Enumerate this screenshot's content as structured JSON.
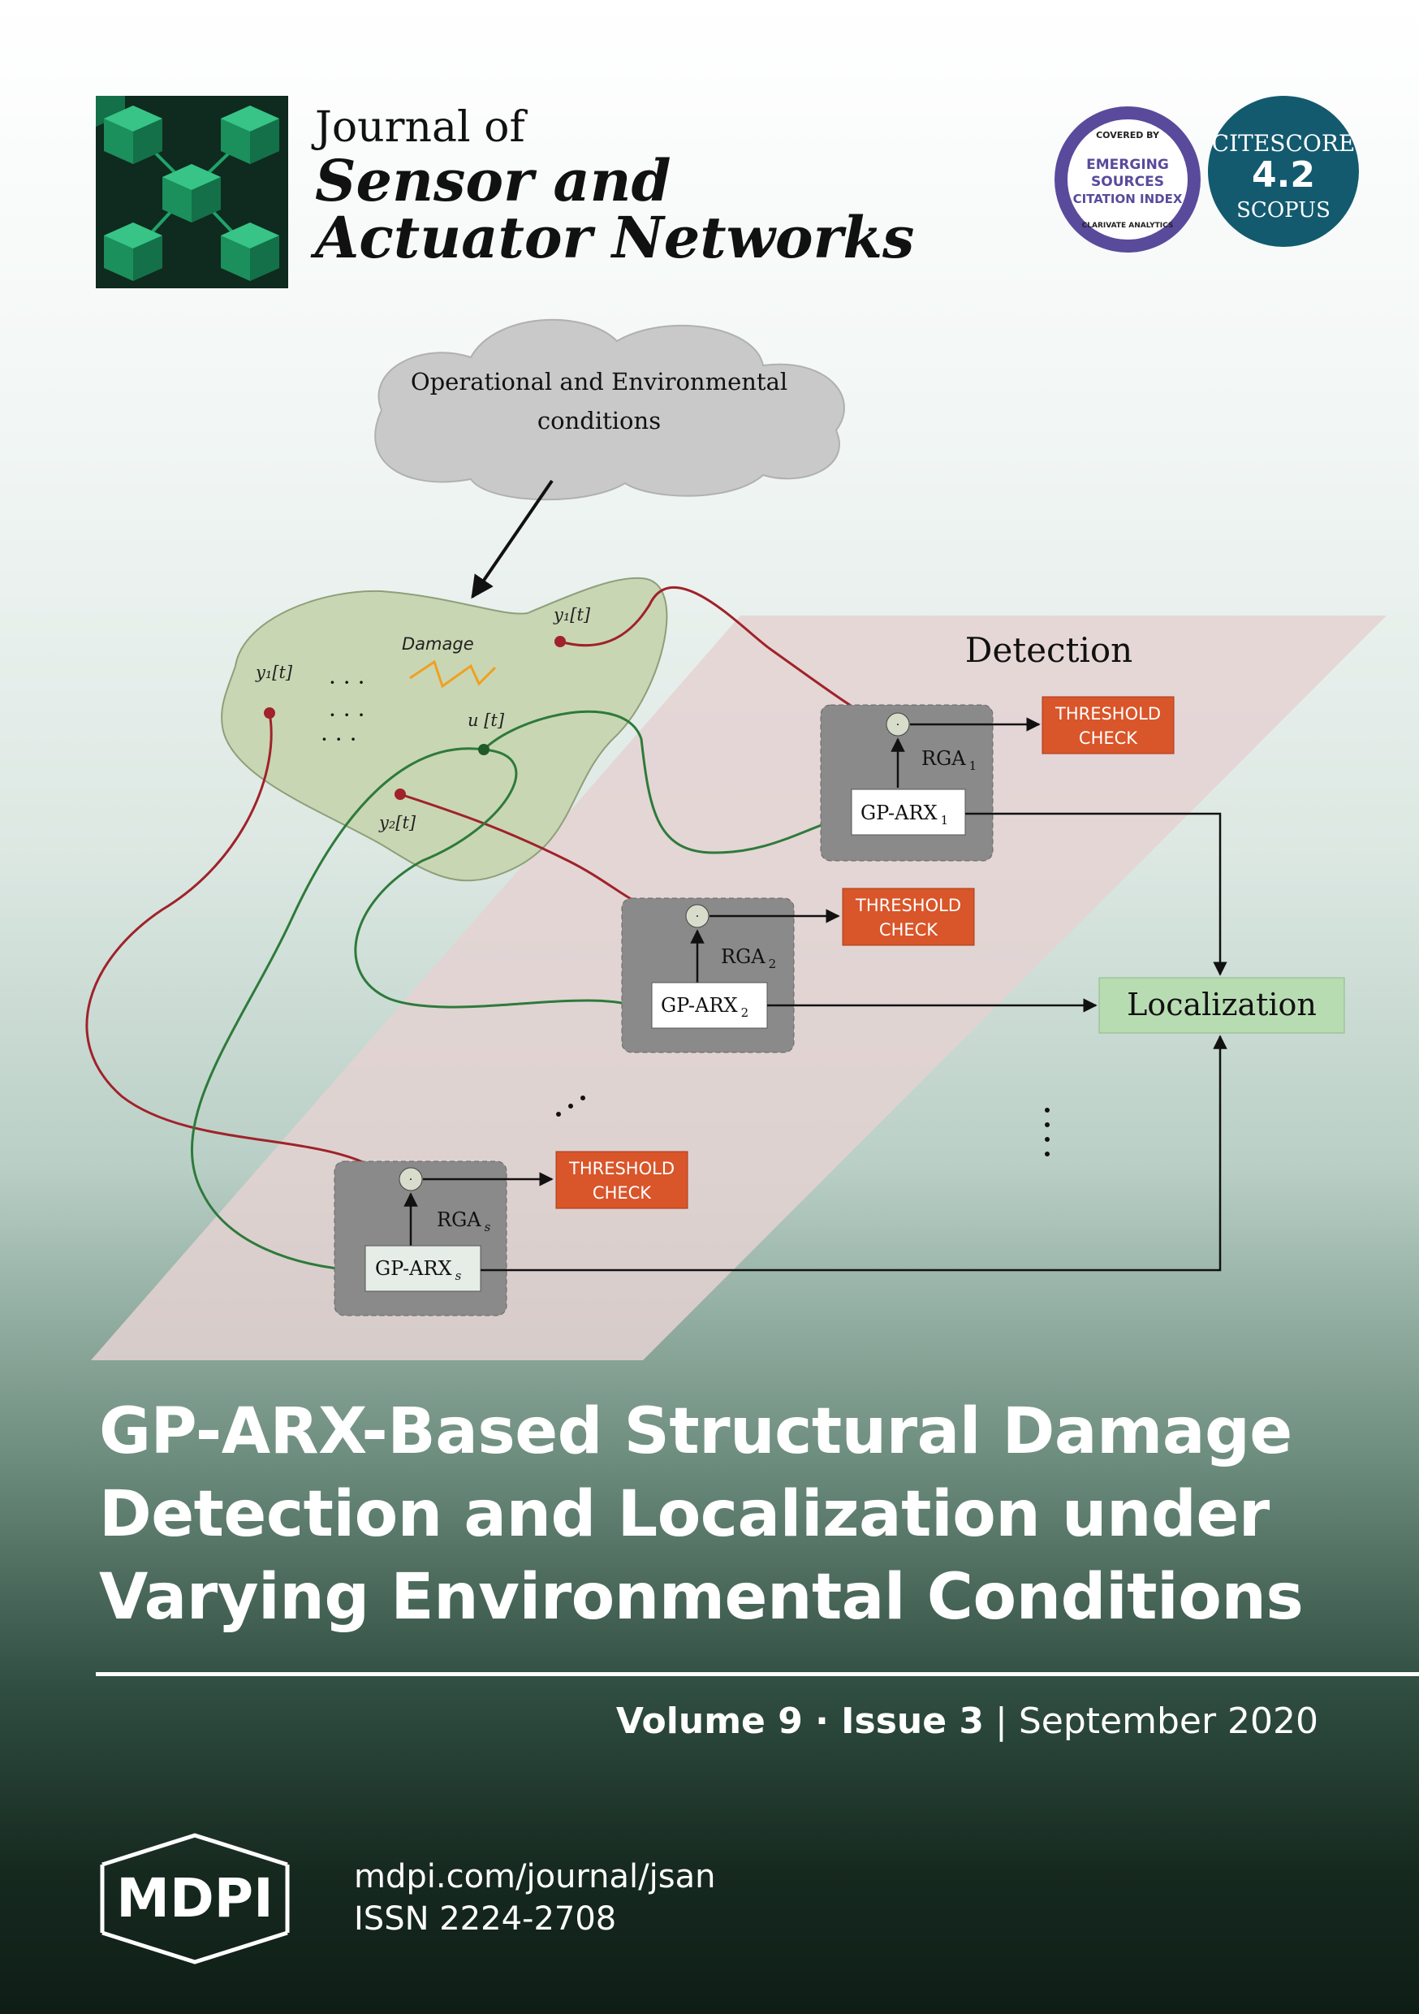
{
  "journal": {
    "title_line1": "Journal of",
    "title_line2": "Sensor and",
    "title_line3": "Actuator Networks"
  },
  "badges": {
    "esci_top": "COVERED BY",
    "esci_line1": "EMERGING",
    "esci_line2": "SOURCES",
    "esci_line3": "CITATION INDEX",
    "esci_bottom": "CLARIVATE ANALYTICS",
    "citescore_label": "CITESCORE",
    "citescore_value": "4.2",
    "citescore_source": "SCOPUS"
  },
  "diagram": {
    "cloud_line1": "Operational and Environmental",
    "cloud_line2": "conditions",
    "damage_label": "Damage",
    "y1_top": "y₁[t]",
    "y1_left": "y₁[t]",
    "y2": "y₂[t]",
    "u": "u [t]",
    "detection": "Detection",
    "threshold_line1": "THRESHOLD",
    "threshold_line2": "CHECK",
    "rga1": "RGA",
    "rga1_sub": "1",
    "rga2": "RGA",
    "rga2_sub": "2",
    "rgas": "RGA",
    "rgas_sub": "s",
    "gparx": "GP-ARX",
    "gparx1_sub": "1",
    "gparx2_sub": "2",
    "gparxs_sub": "s",
    "localization": "Localization",
    "dot": "·",
    "dots": "·  ·  ·"
  },
  "article": {
    "title_line1": "GP-ARX-Based Structural Damage",
    "title_line2": "Detection and Localization under",
    "title_line3": "Varying Environmental Conditions"
  },
  "issue": {
    "volume": "Volume 9",
    "sep": " · ",
    "issue": "Issue 3",
    "bar": " | ",
    "date": "September 2020"
  },
  "footer": {
    "mdpi": "MDPI",
    "url": "mdpi.com/journal/jsan",
    "issn": "ISSN 2224-2708"
  },
  "colors": {
    "logo_bg": "#0f2a1f",
    "cube": "#1fa36b",
    "threshold": "#d9552a",
    "localization": "#b8dcb2",
    "citescore": "#135a6f",
    "red_line": "#a0222a",
    "green_line": "#2e7a3a"
  }
}
